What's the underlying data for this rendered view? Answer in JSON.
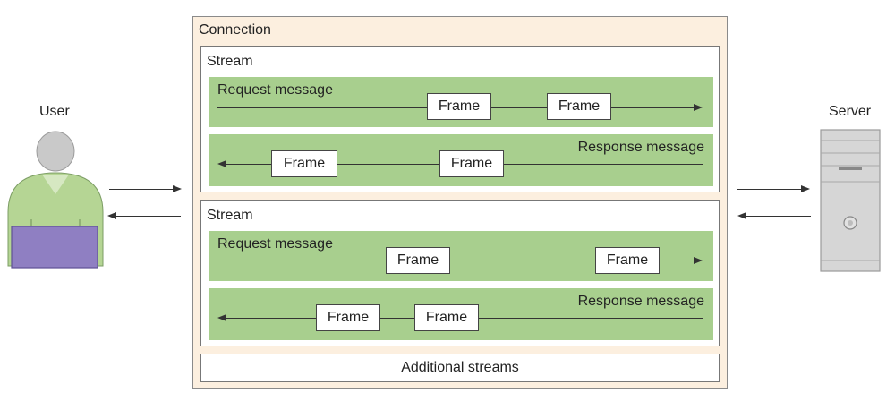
{
  "user": {
    "label": "User"
  },
  "server": {
    "label": "Server"
  },
  "connection": {
    "label": "Connection",
    "streams": [
      {
        "label": "Stream",
        "request": {
          "label": "Request message",
          "frames": [
            "Frame",
            "Frame"
          ]
        },
        "response": {
          "label": "Response message",
          "frames": [
            "Frame",
            "Frame"
          ]
        }
      },
      {
        "label": "Stream",
        "request": {
          "label": "Request message",
          "frames": [
            "Frame",
            "Frame"
          ]
        },
        "response": {
          "label": "Response message",
          "frames": [
            "Frame",
            "Frame"
          ]
        }
      }
    ],
    "additional_streams_label": "Additional streams"
  },
  "colors": {
    "band_green": "#a8cf8e",
    "connection_fill": "#fcefdf",
    "user_body": "#b5d594",
    "laptop": "#8f7fc2",
    "server_gray": "#d6d6d6"
  }
}
